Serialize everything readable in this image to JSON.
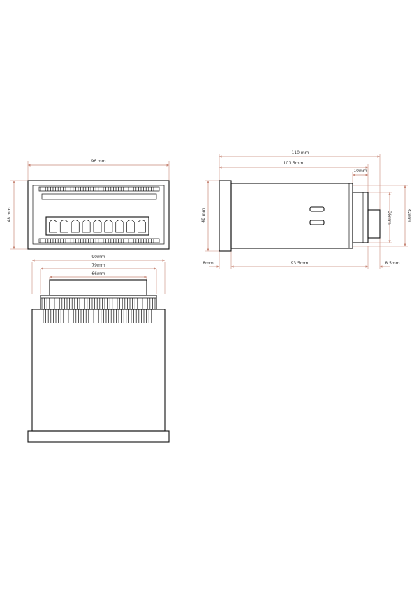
{
  "colors": {
    "outline": "#111111",
    "dimension": "#c98a7a",
    "text": "#333333"
  },
  "front_view": {
    "width_label": "96 mm",
    "height_label": "48 mm",
    "terminal_count": 9
  },
  "top_view": {
    "width_label_outer": "90mm",
    "width_label_mid": "79mm",
    "width_label_inner": "66mm"
  },
  "side_view": {
    "total_length_label": "110 mm",
    "body_length_label": "101.5mm",
    "rear_length_label": "10mm",
    "height_label": "48 mm",
    "height_label_inner": "36mm",
    "height_label_outer": "42mm",
    "bezel_label": "8mm",
    "depth_label": "93.5mm",
    "rear_depth_label": "8.5mm"
  }
}
